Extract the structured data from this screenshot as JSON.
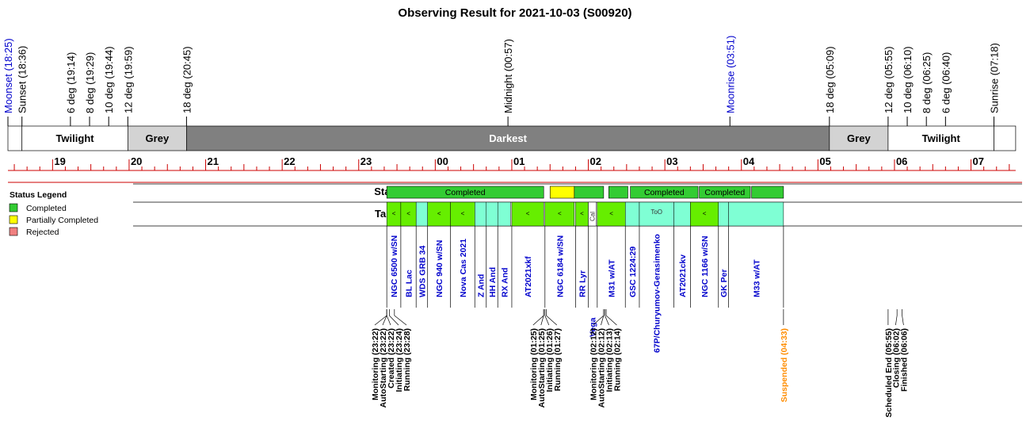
{
  "chart_data": {
    "type": "timeline",
    "title": "Observing Result for 2021-10-03 (S00920)",
    "x_range": [
      "18:25",
      "07:35"
    ],
    "hour_ticks": [
      "19",
      "20",
      "21",
      "22",
      "23",
      "00",
      "01",
      "02",
      "03",
      "04",
      "05",
      "06",
      "07"
    ],
    "events_top": [
      {
        "label": "Moonset (18:25)",
        "time": "18:25",
        "color": "#0000cc"
      },
      {
        "label": "Sunset (18:36)",
        "time": "18:36",
        "color": "#000000"
      },
      {
        "label": "6 deg (19:14)",
        "time": "19:14",
        "color": "#000000"
      },
      {
        "label": "8 deg (19:29)",
        "time": "19:29",
        "color": "#000000"
      },
      {
        "label": "10 deg (19:44)",
        "time": "19:44",
        "color": "#000000"
      },
      {
        "label": "12 deg (19:59)",
        "time": "19:59",
        "color": "#000000"
      },
      {
        "label": "18 deg (20:45)",
        "time": "20:45",
        "color": "#000000"
      },
      {
        "label": "Midnight (00:57)",
        "time": "00:57",
        "color": "#000000"
      },
      {
        "label": "Moonrise (03:51)",
        "time": "03:51",
        "color": "#0000cc"
      },
      {
        "label": "18 deg (05:09)",
        "time": "05:09",
        "color": "#000000"
      },
      {
        "label": "12 deg (05:55)",
        "time": "05:55",
        "color": "#000000"
      },
      {
        "label": "10 deg (06:10)",
        "time": "06:10",
        "color": "#000000"
      },
      {
        "label": "8 deg (06:25)",
        "time": "06:25",
        "color": "#000000"
      },
      {
        "label": "6 deg (06:40)",
        "time": "06:40",
        "color": "#000000"
      },
      {
        "label": "Sunrise (07:18)",
        "time": "07:18",
        "color": "#000000"
      }
    ],
    "sky_bands": [
      {
        "label": "",
        "start": "18:25",
        "end": "18:36",
        "fill": "#ffffff"
      },
      {
        "label": "Twilight",
        "start": "18:36",
        "end": "19:59",
        "fill": "#ffffff"
      },
      {
        "label": "Grey",
        "start": "19:59",
        "end": "20:45",
        "fill": "#d3d3d3"
      },
      {
        "label": "Darkest",
        "start": "20:45",
        "end": "05:09",
        "fill": "#808080"
      },
      {
        "label": "Grey",
        "start": "05:09",
        "end": "05:55",
        "fill": "#d3d3d3"
      },
      {
        "label": "Twilight",
        "start": "05:55",
        "end": "07:18",
        "fill": "#ffffff"
      },
      {
        "label": "",
        "start": "07:18",
        "end": "07:35",
        "fill": "#ffffff"
      }
    ],
    "row_labels": {
      "status": "Status",
      "targets": "Targets"
    },
    "legend": {
      "title": "Status Legend",
      "items": [
        {
          "label": "Completed",
          "color": "#33cc33"
        },
        {
          "label": "Partially Completed",
          "color": "#ffff00"
        },
        {
          "label": "Rejected",
          "color": "#f08080"
        }
      ]
    },
    "status_segments": [
      {
        "start": "23:22",
        "end": "01:25",
        "status": "Completed",
        "label": "Completed",
        "color": "#33cc33"
      },
      {
        "start": "01:30",
        "end": "01:49",
        "status": "Partially Completed",
        "label": "",
        "color": "#ffff00"
      },
      {
        "start": "01:49",
        "end": "02:12",
        "status": "Completed",
        "label": "",
        "color": "#33cc33"
      },
      {
        "start": "02:16",
        "end": "02:31",
        "status": "Completed",
        "label": "",
        "color": "#33cc33"
      },
      {
        "start": "02:33",
        "end": "03:26",
        "status": "Completed",
        "label": "Completed",
        "color": "#33cc33"
      },
      {
        "start": "03:27",
        "end": "04:07",
        "status": "Completed",
        "label": "Completed",
        "color": "#33cc33"
      },
      {
        "start": "04:08",
        "end": "04:33",
        "status": "Completed",
        "label": "",
        "color": "#33cc33"
      }
    ],
    "targets": [
      {
        "name": "NGC 6500 w/SN",
        "start": "23:22",
        "end": "23:33",
        "kind": "green",
        "mark": "<"
      },
      {
        "name": "BL Lac",
        "start": "23:33",
        "end": "23:45",
        "kind": "green",
        "mark": "<"
      },
      {
        "name": "WDS GRB 34",
        "start": "23:45",
        "end": "23:54",
        "kind": "cyan",
        "mark": ""
      },
      {
        "name": "NGC 940 w/SN",
        "start": "23:54",
        "end": "24:12",
        "kind": "green",
        "mark": "<"
      },
      {
        "name": "Nova Cas 2021",
        "start": "24:12",
        "end": "24:31",
        "kind": "green",
        "mark": "<"
      },
      {
        "name": "Z And",
        "start": "24:31",
        "end": "24:40",
        "kind": "cyan",
        "mark": ""
      },
      {
        "name": "HH And",
        "start": "24:40",
        "end": "24:49",
        "kind": "cyan",
        "mark": ""
      },
      {
        "name": "RX And",
        "start": "24:49",
        "end": "24:59",
        "kind": "cyan",
        "mark": ""
      },
      {
        "name": "AT2021xkf",
        "start": "25:00",
        "end": "25:25",
        "kind": "green",
        "mark": "<"
      },
      {
        "name": "NGC 6184 w/SN",
        "start": "25:26",
        "end": "25:49",
        "kind": "green",
        "mark": "<"
      },
      {
        "name": "RR Lyr",
        "start": "25:50",
        "end": "26:00",
        "kind": "green",
        "mark": "<"
      },
      {
        "name": "Vega",
        "start": "26:00",
        "end": "26:06",
        "kind": "white",
        "mark": "Cal"
      },
      {
        "name": "M31 w/AT",
        "start": "26:07",
        "end": "26:29",
        "kind": "green",
        "mark": "<"
      },
      {
        "name": "GSC 1224:29",
        "start": "26:29",
        "end": "26:40",
        "kind": "cyan",
        "mark": ""
      },
      {
        "name": "67P/Churyumov-Gerasimenko",
        "start": "26:40",
        "end": "27:07",
        "kind": "cyan",
        "mark": "ToO"
      },
      {
        "name": "AT2021ckv",
        "start": "27:07",
        "end": "27:20",
        "kind": "cyan",
        "mark": ""
      },
      {
        "name": "NGC 1166 w/SN",
        "start": "27:20",
        "end": "27:42",
        "kind": "green",
        "mark": "<"
      },
      {
        "name": "GK Per",
        "start": "27:42",
        "end": "27:50",
        "kind": "cyan",
        "mark": ""
      },
      {
        "name": "M33 w/AT",
        "start": "27:50",
        "end": "28:33",
        "kind": "cyan",
        "mark": ""
      }
    ],
    "bottom_events": [
      {
        "label": "Monitoring (23:22)",
        "time": "23:22",
        "color": "#000000"
      },
      {
        "label": "AutoStarting (23:22)",
        "time": "23:22",
        "color": "#000000"
      },
      {
        "label": "Created (23:22)",
        "time": "23:22",
        "color": "#000000"
      },
      {
        "label": "Initiating (23:24)",
        "time": "23:24",
        "color": "#000000"
      },
      {
        "label": "Running (23:28)",
        "time": "23:28",
        "color": "#000000"
      },
      {
        "label": "Monitoring (01:25)",
        "time": "01:25",
        "color": "#000000"
      },
      {
        "label": "AutoStarting (01:25)",
        "time": "01:25",
        "color": "#000000"
      },
      {
        "label": "Initiating (01:26)",
        "time": "01:26",
        "color": "#000000"
      },
      {
        "label": "Running (01:27)",
        "time": "01:27",
        "color": "#000000"
      },
      {
        "label": "Monitoring (02:12)",
        "time": "02:12",
        "color": "#000000"
      },
      {
        "label": "AutoStarting (02:12)",
        "time": "02:12",
        "color": "#000000"
      },
      {
        "label": "Initiating (02:13)",
        "time": "02:13",
        "color": "#000000"
      },
      {
        "label": "Running (02:14)",
        "time": "02:14",
        "color": "#000000"
      },
      {
        "label": "Suspended (04:33)",
        "time": "04:33",
        "color": "#ff8c00"
      },
      {
        "label": "Scheduled End (05:55)",
        "time": "05:55",
        "color": "#000000"
      },
      {
        "label": "Closing (06:02)",
        "time": "06:02",
        "color": "#000000"
      },
      {
        "label": "Finished (06:06)",
        "time": "06:06",
        "color": "#000000"
      }
    ],
    "colors": {
      "green": "#66ee00",
      "cyan": "#7fffd4",
      "target_text": "#0000cc",
      "axis": "#cc0000",
      "band_text": "#000000",
      "dark_band_text": "#ffffff"
    }
  }
}
